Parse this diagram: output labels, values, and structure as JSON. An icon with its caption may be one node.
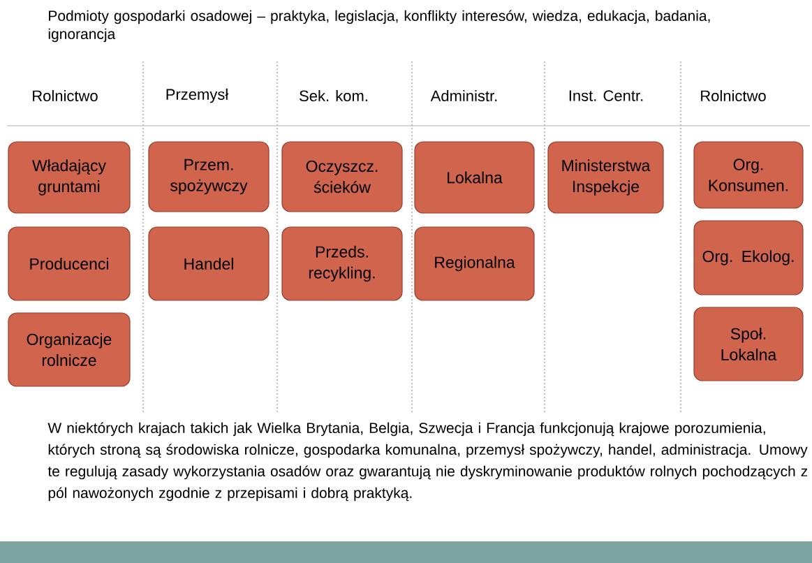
{
  "diagram": {
    "title": "Podmioty gospodarki osadowej – praktyka, legislacja, konflikty interesów, wiedza, edukacja, badania,  ignorancja",
    "caption": "W niektórych krajach takich jak Wielka Brytania, Belgia, Szwecja i Francja funkcjonują krajowe porozumienia, których stroną są środowiska rolnicze,  gospodarka komunalna, przemysł spożywczy, handel, administracja. Umowy te regulują zasady wykorzystania osadów oraz gwarantują nie dyskryminowanie produktów rolnych pochodzących z pól nawożonych zgodnie z przepisami i dobrą praktyką.",
    "nodes": [
      {
        "text": [
          "Władający gruntami"
        ]
      },
      {
        "text": [
          "Przem. spożywczy"
        ]
      },
      {
        "text": [
          "Oczyszcz. ścieków"
        ]
      },
      {
        "text": [
          "Lokalna"
        ]
      },
      {
        "text": [
          "Ministerstwa Inspekcje"
        ]
      },
      {
        "text": [
          "Org. Konsumen."
        ]
      },
      {
        "text": [
          "Producenci"
        ]
      },
      {
        "text": [
          "Handel"
        ]
      },
      {
        "text": [
          "Przeds. recykling."
        ]
      },
      {
        "text": [
          "Regionalna"
        ]
      },
      {
        "text": [
          "Org. Ekolog."
        ]
      },
      {
        "text": [
          "Organizacje rolnicze"
        ]
      },
      {
        "text": [
          "Społ. Lokalna"
        ]
      }
    ],
    "labels": [
      "Rolnictwo",
      "Przemysł",
      "Sek. kom.",
      "Administr.",
      "Inst. Centr.",
      "Rolnictwo"
    ]
  }
}
